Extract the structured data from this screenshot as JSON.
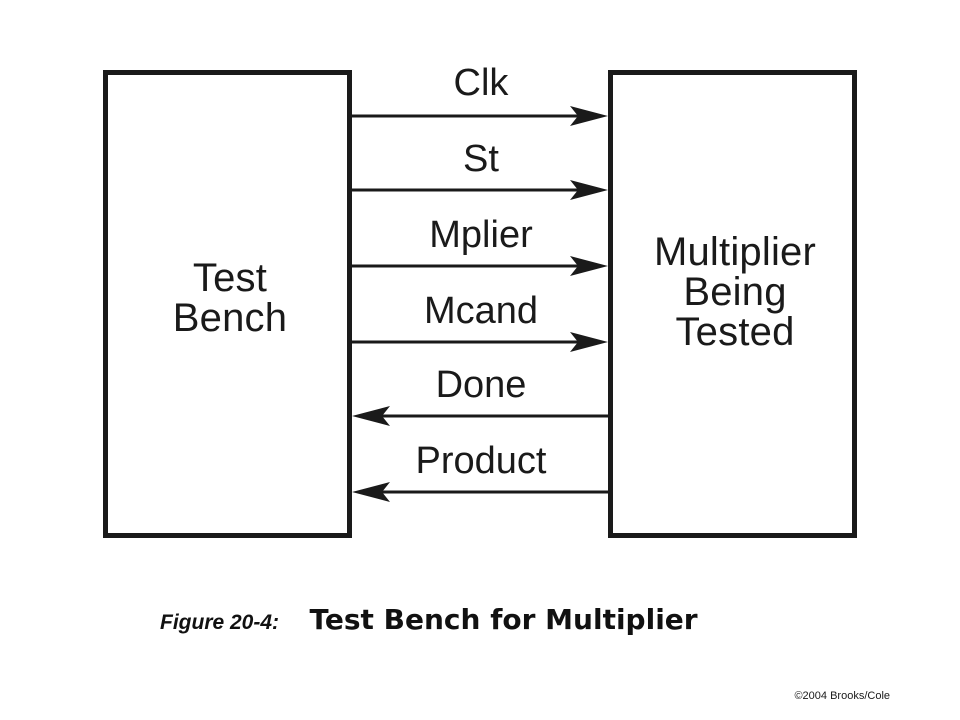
{
  "blocks": {
    "test_bench": {
      "line1": "Test",
      "line2": "Bench"
    },
    "multiplier": {
      "line1": "Multiplier",
      "line2": "Being",
      "line3": "Tested"
    }
  },
  "signals": [
    {
      "label": "Clk",
      "direction": "right"
    },
    {
      "label": "St",
      "direction": "right"
    },
    {
      "label": "Mplier",
      "direction": "right"
    },
    {
      "label": "Mcand",
      "direction": "right"
    },
    {
      "label": "Done",
      "direction": "left"
    },
    {
      "label": "Product",
      "direction": "left"
    }
  ],
  "caption": {
    "figure_number": "Figure 20-4:",
    "title": "Test Bench for Multiplier"
  },
  "copyright": "©2004 Brooks/Cole"
}
